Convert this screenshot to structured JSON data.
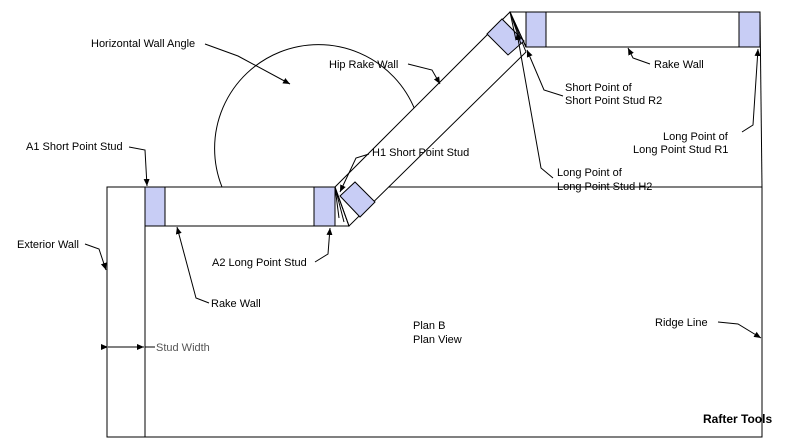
{
  "labels": {
    "horizontal_wall_angle": "Horizontal Wall Angle",
    "hip_rake_wall": "Hip Rake Wall",
    "rake_wall_top": "Rake Wall",
    "short_point_r2_l1": "Short Point of",
    "short_point_r2_l2": "Short Point Stud R2",
    "long_point_r1_l1": "Long Point of",
    "long_point_r1_l2": "Long Point Stud R1",
    "a1_short_point_stud": "A1 Short Point Stud",
    "h1_short_point_stud": "H1 Short Point Stud",
    "long_point_h2_l1": "Long Point of",
    "long_point_h2_l2": "Long Point Stud H2",
    "exterior_wall": "Exterior Wall",
    "a2_long_point_stud": "A2 Long Point Stud",
    "rake_wall_bottom": "Rake Wall",
    "ridge_line": "Ridge Line",
    "stud_width": "Stud Width",
    "plan_title": "Plan B",
    "plan_subtitle": "Plan View",
    "brand": "Rafter Tools"
  },
  "colors": {
    "stud_fill": "#c8cdf5",
    "line": "#000000"
  }
}
